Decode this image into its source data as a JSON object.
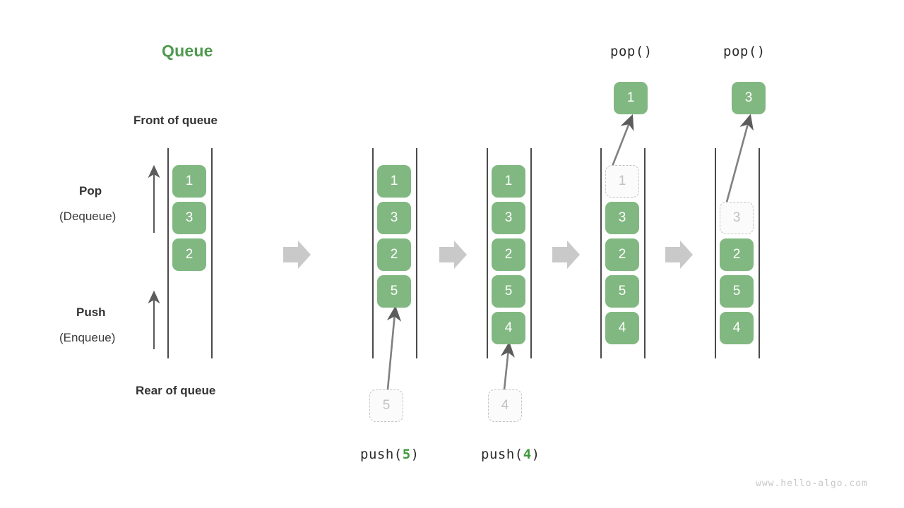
{
  "meta": {
    "title": "Queue",
    "watermark": "www.hello-algo.com",
    "accent_green": "#81b881",
    "title_green": "#4e9a4e",
    "ghost_border": "#c4c4c4",
    "ghost_text": "#c2c2c2",
    "rail_color": "#4a4a4a",
    "arrow_gray": "#c9c9c9",
    "thin_arrow": "#5c5c5c"
  },
  "labels": {
    "front_of_queue": "Front of queue",
    "rear_of_queue": "Rear of queue",
    "pop_bold": "Pop",
    "pop_paren": "(Dequeue)",
    "push_bold": "Push",
    "push_paren": "(Enqueue)"
  },
  "operations": {
    "push5": {
      "pre": "push(",
      "num": "5",
      "post": ")"
    },
    "push4": {
      "pre": "push(",
      "num": "4",
      "post": ")"
    },
    "pop_a": "pop()",
    "pop_b": "pop()"
  },
  "chart_data": {
    "type": "diagram",
    "title": "Queue",
    "description": "Queue push (enqueue) and pop (dequeue) operation sequence",
    "columns": [
      {
        "id": "col1",
        "caption": "",
        "slots": [
          "1",
          "3",
          "2",
          "",
          ""
        ],
        "states": [
          "filled",
          "filled",
          "filled",
          "empty",
          "empty"
        ],
        "incoming": null,
        "outgoing": null
      },
      {
        "id": "col2",
        "caption": "push(5)",
        "slots": [
          "1",
          "3",
          "2",
          "5",
          ""
        ],
        "states": [
          "filled",
          "filled",
          "filled",
          "filled",
          "empty"
        ],
        "incoming": {
          "value": "5",
          "state": "ghost"
        },
        "outgoing": null
      },
      {
        "id": "col3",
        "caption": "push(4)",
        "slots": [
          "1",
          "3",
          "2",
          "5",
          "4"
        ],
        "states": [
          "filled",
          "filled",
          "filled",
          "filled",
          "filled"
        ],
        "incoming": {
          "value": "4",
          "state": "ghost"
        },
        "outgoing": null
      },
      {
        "id": "col4",
        "caption": "pop()",
        "slots": [
          "1",
          "3",
          "2",
          "5",
          "4"
        ],
        "states": [
          "ghost",
          "filled",
          "filled",
          "filled",
          "filled"
        ],
        "incoming": null,
        "outgoing": {
          "value": "1",
          "state": "filled"
        }
      },
      {
        "id": "col5",
        "caption": "pop()",
        "slots": [
          "",
          "3",
          "2",
          "5",
          "4"
        ],
        "states": [
          "empty",
          "ghost",
          "filled",
          "filled",
          "filled"
        ],
        "incoming": null,
        "outgoing": {
          "value": "3",
          "state": "filled"
        }
      }
    ],
    "separators": [
      "arrow-right",
      "arrow-right",
      "arrow-right",
      "arrow-right"
    ],
    "annotations": {
      "top_edge": "Front of queue",
      "bottom_edge": "Rear of queue",
      "up_arrow_top": "Pop (Dequeue)",
      "up_arrow_bottom": "Push (Enqueue)"
    }
  },
  "cells": {
    "c1_1": "1",
    "c1_2": "3",
    "c1_3": "2",
    "c2_1": "1",
    "c2_2": "3",
    "c2_3": "2",
    "c2_4": "5",
    "c3_1": "1",
    "c3_2": "3",
    "c3_3": "2",
    "c3_4": "5",
    "c3_5": "4",
    "c4_1": "1",
    "c4_2": "3",
    "c4_3": "2",
    "c4_4": "5",
    "c4_5": "4",
    "c5_2": "3",
    "c5_3": "2",
    "c5_4": "5",
    "c5_5": "4",
    "ghost_in_5": "5",
    "ghost_in_4": "4",
    "popped_1": "1",
    "popped_3": "3"
  }
}
